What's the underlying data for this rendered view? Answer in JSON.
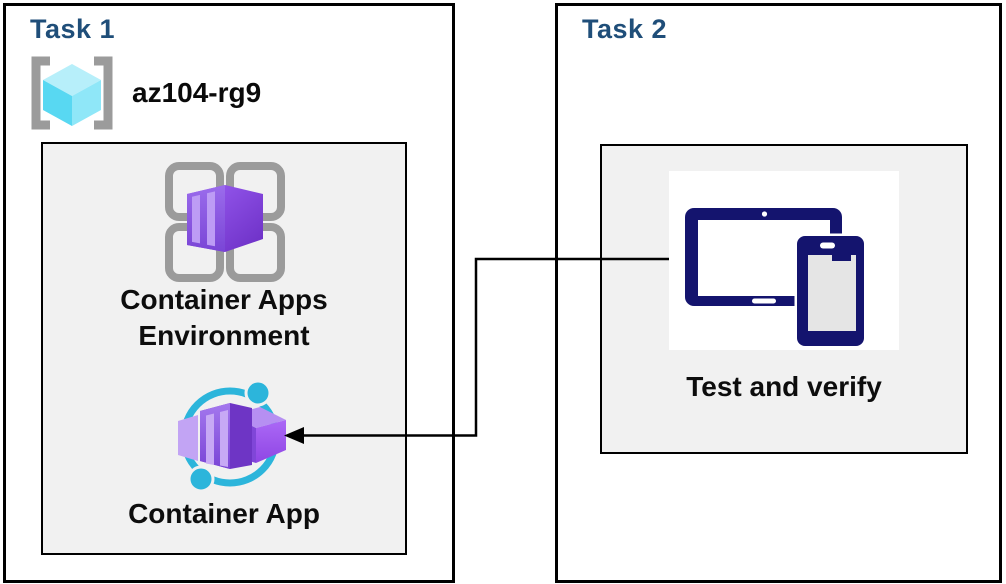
{
  "task1": {
    "title": "Task 1",
    "resource_group_name": "az104-rg9",
    "environment_label": "Container Apps Environment",
    "container_app_label": "Container App"
  },
  "task2": {
    "title": "Task 2",
    "test_label": "Test and verify"
  },
  "connector": {
    "type": "elbow-line",
    "arrowhead": "points-left-at-container-app"
  },
  "icons": {
    "resource_group": "resource-group-icon",
    "environment": "container-apps-environment-icon",
    "container_app": "container-app-icon",
    "devices": "devices-icon"
  },
  "colors": {
    "title_text": "#1F4E79",
    "body_text": "#0D0D0D",
    "panel_bg": "#F1F1F1",
    "border": "#000000",
    "icon_purple": "#8A55E2",
    "icon_purple_light": "#C2A4F4",
    "icon_purple_dark": "#6B2EC4",
    "icon_cyan": "#2CB5DB",
    "icon_navy": "#14146E",
    "icon_gray": "#9B9B9B",
    "rg_cube_cyan": "#58D8F2"
  }
}
